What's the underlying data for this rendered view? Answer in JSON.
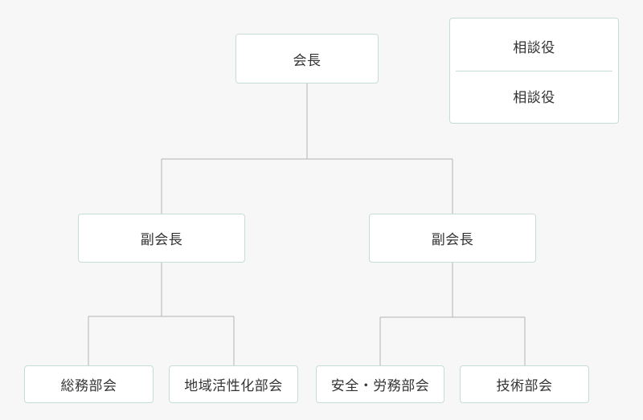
{
  "chairman": {
    "label": "会長"
  },
  "advisors": [
    {
      "label": "相談役"
    },
    {
      "label": "相談役"
    }
  ],
  "vice_chairs": [
    {
      "label": "副会長"
    },
    {
      "label": "副会長"
    }
  ],
  "departments": [
    {
      "label": "総務部会"
    },
    {
      "label": "地域活性化部会"
    },
    {
      "label": "安全・労務部会"
    },
    {
      "label": "技術部会"
    }
  ],
  "colors": {
    "background": "#f7f7f7",
    "node_border": "#c5ddd5",
    "connector": "#b3b3b3",
    "text": "#333333"
  }
}
